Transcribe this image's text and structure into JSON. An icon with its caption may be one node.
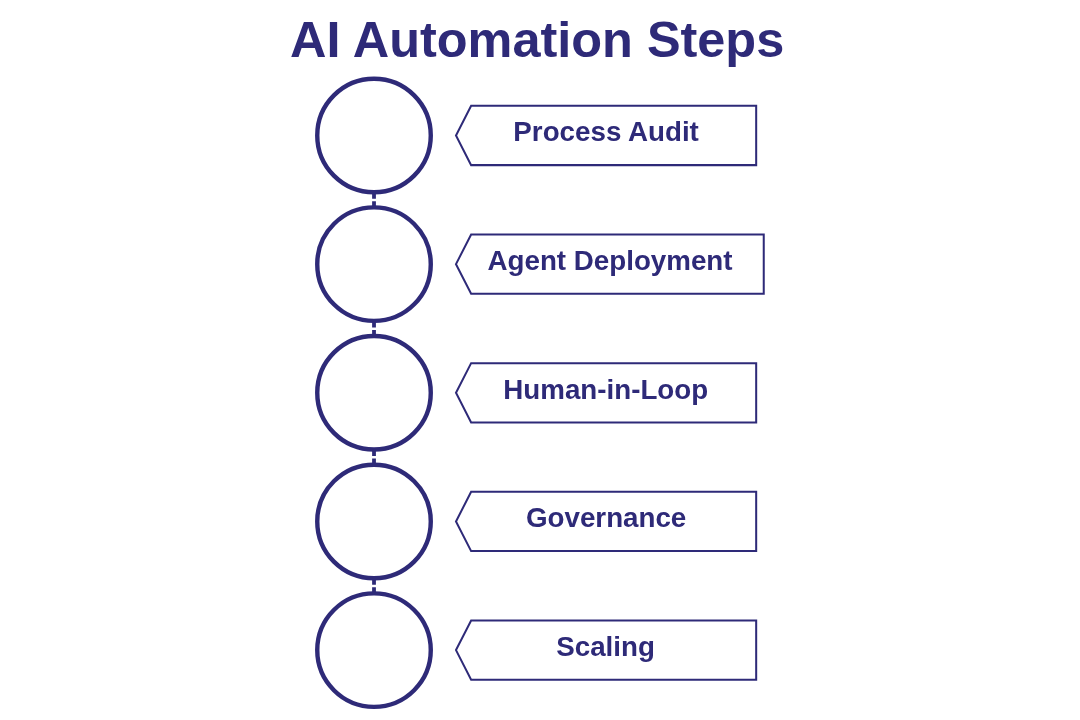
{
  "diagram": {
    "title": "AI Automation Steps",
    "nodes": [
      {
        "text": [],
        "shape": "circle"
      },
      {
        "text": [
          "Process Audit"
        ]
      },
      {
        "text": [],
        "shape": "circle"
      },
      {
        "text": [
          "Agent Deployment"
        ]
      },
      {
        "text": [],
        "shape": "circle"
      },
      {
        "text": [
          "Human-in-Loop"
        ]
      },
      {
        "text": [],
        "shape": "circle"
      },
      {
        "text": [
          "Governance"
        ]
      },
      {
        "text": [],
        "shape": "circle"
      },
      {
        "text": [
          "Scaling"
        ]
      }
    ],
    "edges": [
      {
        "from": 0,
        "to": 2,
        "arrow": "none",
        "style": "dashed"
      },
      {
        "from": 2,
        "to": 4,
        "arrow": "none",
        "style": "dashed"
      },
      {
        "from": 4,
        "to": 6,
        "arrow": "none",
        "style": "dashed"
      },
      {
        "from": 6,
        "to": 8,
        "arrow": "none",
        "style": "dashed"
      }
    ]
  }
}
